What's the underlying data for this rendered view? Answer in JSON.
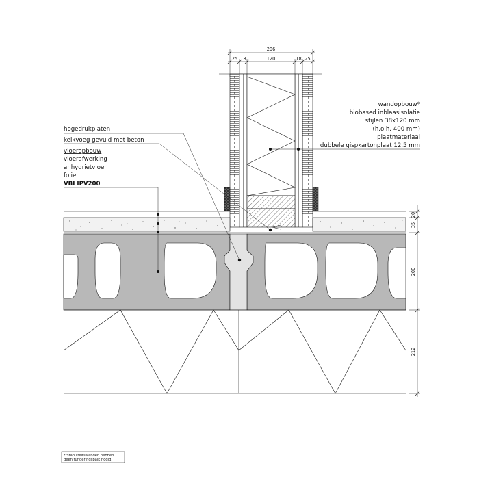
{
  "wall_buildup": {
    "heading": "wandopbouw*",
    "lines": [
      "biobased inblaasisolatie",
      "stijlen 38x120 mm",
      "(h.o.h. 400 mm)",
      "plaatmateriaal",
      "dubbele gispkartonplaat 12,5 mm"
    ]
  },
  "floor_labels": {
    "hollow_core_slabs": "hogedrukplaten",
    "joint_filled": "kelkvoeg gevuld met beton",
    "floor_heading": "vloeropbouw",
    "floor_lines": [
      "vloerafwerking",
      "anhydrietvloer",
      "folie"
    ],
    "floor_product": "VBI IPV200"
  },
  "dimensions": {
    "top_total": "206",
    "top_parts": [
      "25",
      "18",
      "120",
      "18",
      "25"
    ],
    "right_side": [
      "20",
      "35",
      "200",
      "212"
    ]
  },
  "footnote": {
    "lines": [
      "* Stabiliteitswanden hebben",
      "geen funderingsbalk nodig."
    ]
  },
  "colors": {
    "line": "#111111",
    "slab_fill": "#b8b8b8",
    "joint_fill": "#e3e3e3",
    "screed_fill": "#f2f2f2"
  }
}
